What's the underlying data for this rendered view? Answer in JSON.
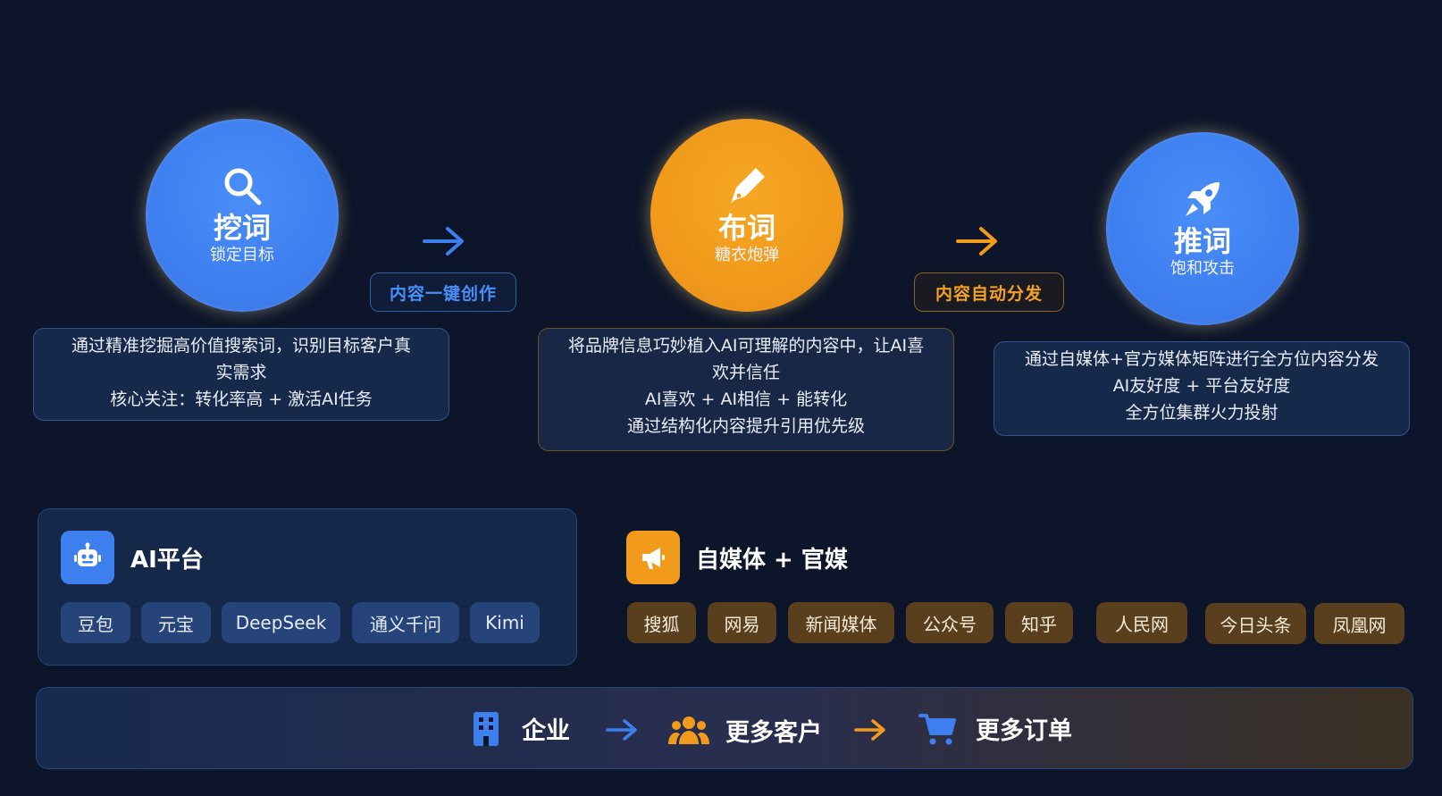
{
  "stages": [
    {
      "title": "挖词",
      "subtitle": "锁定目标",
      "icon": "search-icon",
      "color": "#3e7ff0",
      "desc": [
        "通过精准挖掘高价值搜索词，识别目标客户真",
        "实需求",
        "核心关注：转化率高 + 激活AI任务"
      ]
    },
    {
      "title": "布词",
      "subtitle": "糖衣炮弹",
      "icon": "pen-icon",
      "color": "#f19a1c",
      "desc": [
        "将品牌信息巧妙植入AI可理解的内容中，让AI喜",
        "欢并信任",
        "AI喜欢 + AI相信 + 能转化",
        "通过结构化内容提升引用优先级"
      ]
    },
    {
      "title": "推词",
      "subtitle": "饱和攻击",
      "icon": "rocket-icon",
      "color": "#3e7ff0",
      "desc": [
        "通过自媒体+官方媒体矩阵进行全方位内容分发",
        "AI友好度 + 平台友好度",
        "全方位集群火力投射"
      ]
    }
  ],
  "transitions": [
    "内容一键创作",
    "内容自动分发"
  ],
  "ai_platform": {
    "title": "AI平台",
    "icon": "robot-icon",
    "chips": [
      "豆包",
      "元宝",
      "DeepSeek",
      "通义千问",
      "Kimi"
    ]
  },
  "media": {
    "title": "自媒体 + 官媒",
    "icon": "megaphone-icon",
    "chips": [
      "搜狐",
      "网易",
      "新闻媒体",
      "公众号",
      "知乎",
      "人民网",
      "今日头条",
      "凤凰网"
    ]
  },
  "outcome": {
    "items": [
      "企业",
      "更多客户",
      "更多订单"
    ],
    "icons": [
      "building-icon",
      "users-icon",
      "cart-icon"
    ]
  },
  "colors": {
    "blue": "#3e7ff0",
    "orange": "#f19a1c",
    "background": "#0c1529"
  }
}
